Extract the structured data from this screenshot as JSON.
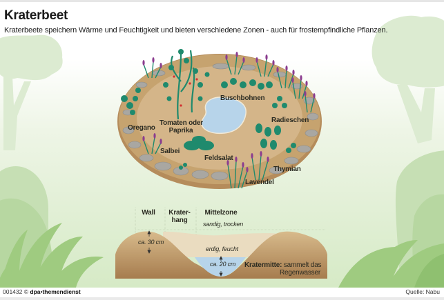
{
  "header": {
    "title": "Kraterbeet",
    "subtitle": "Kraterbeete speichern Wärme und Feuchtigkeit und bieten verschiedene Zonen - auch für frostempfindliche Pflanzen."
  },
  "bed_top_view": {
    "plants": [
      {
        "label": "Buschbohnen"
      },
      {
        "label": "Oregano"
      },
      {
        "label": "Tomaten oder",
        "label2": "Paprika"
      },
      {
        "label": "Radieschen"
      },
      {
        "label": "Salbei"
      },
      {
        "label": "Feldsalat"
      },
      {
        "label": "Thymian"
      },
      {
        "label": "Lavendel"
      }
    ],
    "colors": {
      "soil": "#c6a36f",
      "stones": "#a9a7a2",
      "pond": "#b7d4ea",
      "plant_green": "#1f8a6d",
      "flower_purple": "#8b3d8f"
    }
  },
  "cross_section": {
    "zones": [
      {
        "label": "Wall"
      },
      {
        "label": "Krater-",
        "label2": "hang"
      },
      {
        "label": "Mittelzone",
        "note": "sandig, trocken"
      }
    ],
    "measure_wall": "ca. 30 cm",
    "inner_note": "erdig, feucht",
    "measure_center": "ca. 20 cm",
    "center_label_bold": "Kratermitte:",
    "center_label_text": "sammelt das",
    "center_label_text2": "Regenwasser",
    "colors": {
      "soil_dark": "#b0875a",
      "soil_light": "#e6d3b4",
      "water": "#b7d4ea"
    }
  },
  "footer": {
    "id": "001432",
    "copyright": "©",
    "agency": "dpa•themendienst",
    "source": "Quelle: Nabu"
  }
}
